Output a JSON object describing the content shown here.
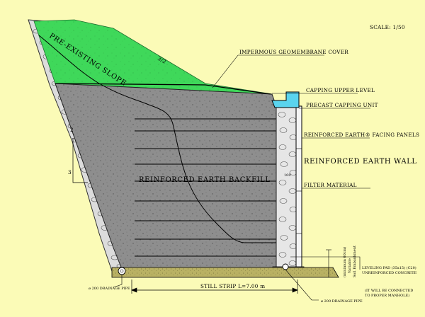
{
  "scale": "SCALE: 1/50",
  "slope": {
    "label": "PRE-EXISTING SLOPE",
    "ratio_left_top": "2",
    "ratio_left_bottom": "3",
    "ratio_right": "3/2"
  },
  "callouts": {
    "geomembrane": "IMPERMOUS GEOMEMBRANE COVER",
    "capping_upper": "CAPPING UPPER LEVEL",
    "precast_capping": "PRECAST CAPPING UNIT",
    "facing_panels": "REINFORCED EARTH® FACING PANELS",
    "wall_title": "REINFORCED EARTH WALL",
    "filter": "FILTER MATERIAL",
    "leveling_pad_1": "LEVELING PAD (35x15) (C20)",
    "leveling_pad_2": "UNREINFORCED CONCRETE"
  },
  "backfill_label": "REINFORCED EARTH BACKFILL",
  "strip_label": "STILL STRIP L=7.00 m",
  "drain_left": "ø 200 DRAINAGE PIPE",
  "drain_right": "ø 200 DRAINAGE PIPE",
  "manhole_note_1": "(IT WILL BE CONNECTED",
  "manhole_note_2": "TO PROPER MANHOLE)",
  "embedment": {
    "line1": "(minimum 60cm)",
    "line2": "Variable",
    "line3": "Soil Embankment"
  },
  "wall_height_mark": "100",
  "colors": {
    "background": "#fbfbb7",
    "slope_green": "#3fd85a",
    "backfill_grey": "#8e8e8e",
    "facing_blue": "#5ad4ee",
    "stone": "#dcdcdc",
    "base_fill": "#b9b163"
  }
}
